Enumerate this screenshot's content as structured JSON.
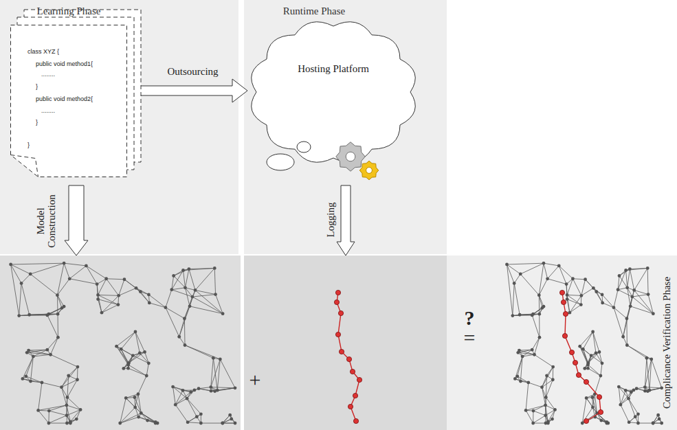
{
  "diagram": {
    "nodes": [
      {
        "text": [
          "Learning Phase"
        ]
      },
      {
        "text": [
          "class XYZ {",
          "public void method1{",
          "........",
          "}",
          "public void method2{",
          "........",
          "}",
          "}"
        ],
        "in": 0
      },
      {
        "text": [
          "Runtime Phase"
        ]
      },
      {
        "text": [
          "Hosting Platform"
        ],
        "in": 2
      },
      {
        "text": [
          "Complicance Verification Phase"
        ]
      }
    ],
    "edges": [
      {
        "from": 1,
        "to": 3,
        "arrow": "to",
        "label": "Outsourcing"
      }
    ],
    "labels": [
      "Model Construction",
      "Logging",
      "+",
      "?",
      "="
    ]
  }
}
